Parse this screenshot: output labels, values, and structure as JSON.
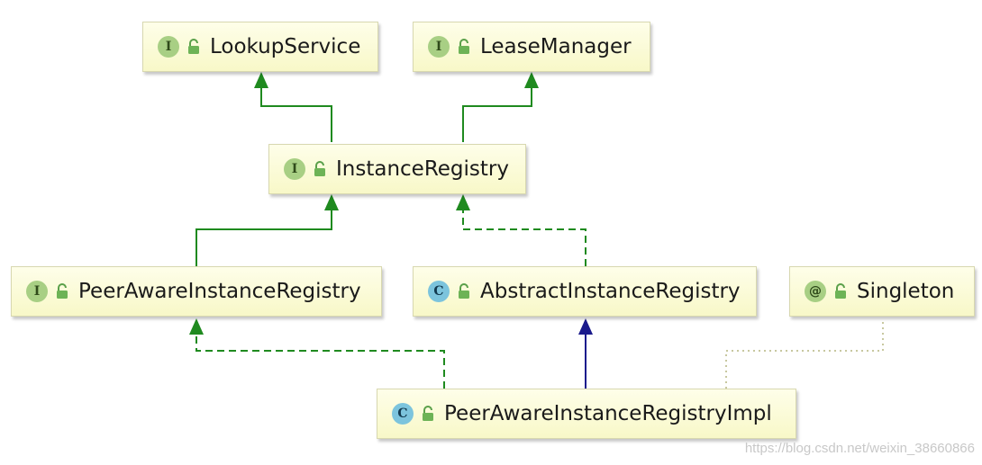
{
  "nodes": {
    "lookup_service": {
      "kind": "I",
      "name": "LookupService"
    },
    "lease_manager": {
      "kind": "I",
      "name": "LeaseManager"
    },
    "instance_registry": {
      "kind": "I",
      "name": "InstanceRegistry"
    },
    "peer_aware_instance_registry": {
      "kind": "I",
      "name": "PeerAwareInstanceRegistry"
    },
    "abstract_instance_registry": {
      "kind": "C",
      "name": "AbstractInstanceRegistry"
    },
    "singleton": {
      "kind": "@",
      "name": "Singleton"
    },
    "peer_aware_instance_registry_impl": {
      "kind": "C",
      "name": "PeerAwareInstanceRegistryImpl"
    }
  },
  "edges": [
    {
      "from": "instance_registry",
      "to": "lookup_service",
      "relation": "extends"
    },
    {
      "from": "instance_registry",
      "to": "lease_manager",
      "relation": "extends"
    },
    {
      "from": "peer_aware_instance_registry",
      "to": "instance_registry",
      "relation": "extends"
    },
    {
      "from": "abstract_instance_registry",
      "to": "instance_registry",
      "relation": "implements"
    },
    {
      "from": "peer_aware_instance_registry_impl",
      "to": "peer_aware_instance_registry",
      "relation": "implements"
    },
    {
      "from": "peer_aware_instance_registry_impl",
      "to": "abstract_instance_registry",
      "relation": "extends"
    },
    {
      "from": "peer_aware_instance_registry_impl",
      "to": "singleton",
      "relation": "annotated"
    }
  ],
  "colors": {
    "interface_extends": "#1f8a1f",
    "implements": "#1f8a1f",
    "class_extends": "#1a1a8c",
    "annotation_link": "#c8c8a0"
  },
  "watermark": "https://blog.csdn.net/weixin_38660866"
}
